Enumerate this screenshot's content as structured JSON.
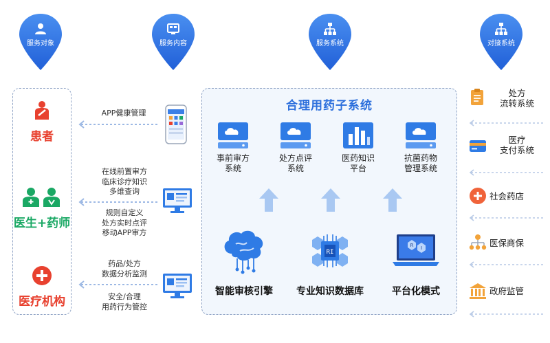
{
  "header": {
    "pins": [
      {
        "label": "服务对象",
        "icon": "user-icon"
      },
      {
        "label": "服务内容",
        "icon": "content-icon"
      },
      {
        "label": "服务系统",
        "icon": "network-icon"
      },
      {
        "label": "对接系统",
        "icon": "network-icon"
      }
    ]
  },
  "subjects": [
    {
      "label": "患者",
      "icon": "patient-icon"
    },
    {
      "label": "医生+药师",
      "icon": "doctor-pharmacist-icon"
    },
    {
      "label": "医疗机构",
      "icon": "hospital-cross-icon"
    }
  ],
  "services": {
    "patient": "APP健康管理",
    "doctor_top": [
      "在线前置审方",
      "临床诊疗知识",
      "多维查询"
    ],
    "doctor_bottom": [
      "规则自定义",
      "处方实时点评",
      "移动APP审方"
    ],
    "institution_top": [
      "药品/处方",
      "数据分析监测"
    ],
    "institution_bottom": [
      "安全/合理",
      "用药行为管控"
    ]
  },
  "center": {
    "title": "合理用药子系统",
    "subsystems": [
      {
        "lines": [
          "事前审方",
          "系统"
        ],
        "icon": "cloud-server-icon"
      },
      {
        "lines": [
          "处方点评",
          "系统"
        ],
        "icon": "cloud-server-icon"
      },
      {
        "lines": [
          "医药知识",
          "平台"
        ],
        "icon": "bar-chart-icon"
      },
      {
        "lines": [
          "抗菌药物",
          "管理系统"
        ],
        "icon": "cloud-server-icon"
      }
    ],
    "technologies": [
      {
        "label": "智能审核引擎",
        "icon": "brain-circuit-icon"
      },
      {
        "label": "专业知识数据库",
        "icon": "chip-icon"
      },
      {
        "label": "平台化模式",
        "icon": "laptop-icon"
      }
    ]
  },
  "docking": [
    {
      "lines": [
        "处方",
        "流转系统"
      ],
      "icon": "clipboard-icon"
    },
    {
      "lines": [
        "医疗",
        "支付系统"
      ],
      "icon": "card-icon"
    },
    {
      "lines": [
        "社会药店"
      ],
      "icon": "plus-circle-icon"
    },
    {
      "lines": [
        "医保商保"
      ],
      "icon": "org-chart-icon"
    },
    {
      "lines": [
        "政府监管"
      ],
      "icon": "government-icon"
    }
  ],
  "colors": {
    "primary_blue": "#2c6fdc",
    "red": "#e8412f",
    "light_panel": "#f2f7fd",
    "dashed_border": "#8fa3c5"
  }
}
